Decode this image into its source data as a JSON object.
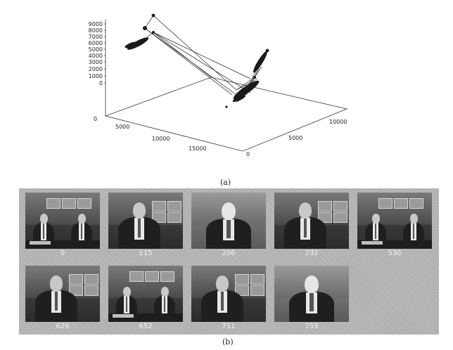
{
  "figure": {
    "panel_a": {
      "caption": "(a)",
      "z_ticks": [
        "9000",
        "8000",
        "7000",
        "6000",
        "5000",
        "4000",
        "3000",
        "2000",
        "1000",
        "0"
      ],
      "x_ticks": [
        "0",
        "5000",
        "10000",
        "15000"
      ],
      "y_ticks": [
        "0",
        "5000",
        "10000"
      ]
    },
    "panel_b": {
      "caption": "(b)",
      "frames": [
        {
          "label": "0",
          "kind": "wide"
        },
        {
          "label": "115",
          "kind": "closeup"
        },
        {
          "label": "206",
          "kind": "grey"
        },
        {
          "label": "232",
          "kind": "closeup"
        },
        {
          "label": "530",
          "kind": "wide"
        },
        {
          "label": "629",
          "kind": "closeup"
        },
        {
          "label": "652",
          "kind": "wide"
        },
        {
          "label": "711",
          "kind": "closeup"
        },
        {
          "label": "759",
          "kind": "grey"
        }
      ]
    }
  }
}
